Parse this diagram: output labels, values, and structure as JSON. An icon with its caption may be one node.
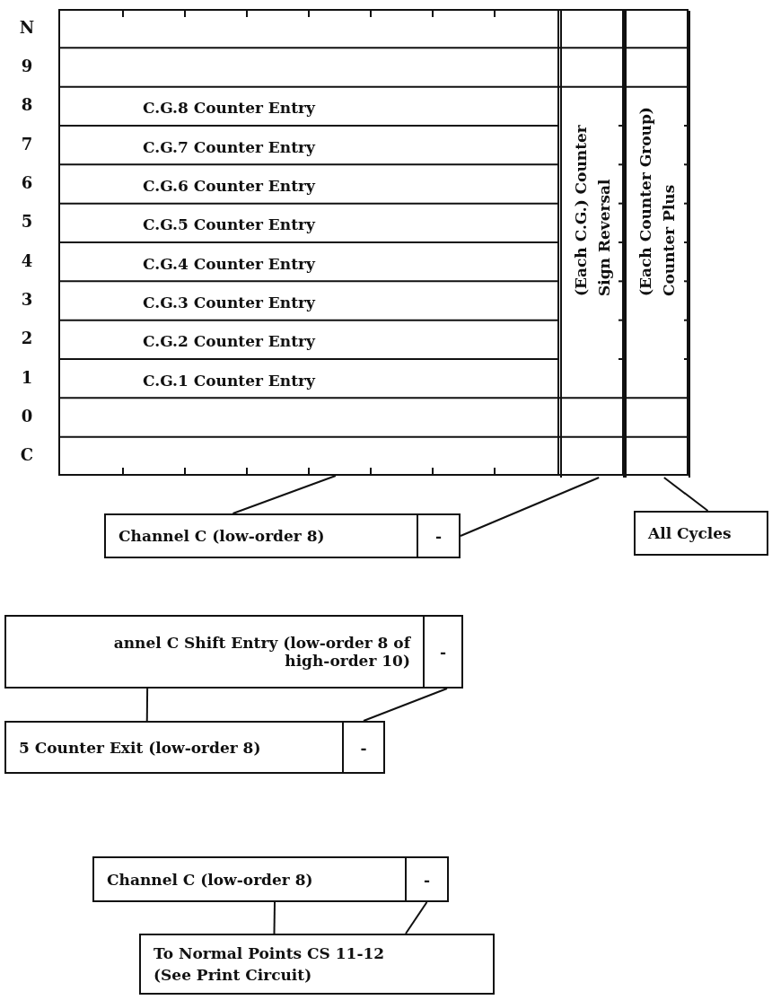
{
  "diagram": {
    "nodes": [
      {
        "text": [],
        "shape": "box"
      },
      {
        "text": [
          "C.G.8 Counter Entry"
        ],
        "in": 0
      },
      {
        "text": [
          "C.G.7 Counter Entry"
        ],
        "in": 0
      },
      {
        "text": [
          "C.G.6 Counter Entry"
        ],
        "in": 0
      },
      {
        "text": [
          "C.G.5 Counter Entry"
        ],
        "in": 0
      },
      {
        "text": [
          "C.G.4 Counter Entry"
        ],
        "in": 0
      },
      {
        "text": [
          "C.G.3 Counter Entry"
        ],
        "in": 0
      },
      {
        "text": [
          "C.G.2 Counter Entry"
        ],
        "in": 0
      },
      {
        "text": [
          "C.G.1 Counter Entry"
        ],
        "in": 0
      },
      {
        "text": [
          "(Each C.G.) Counter Sign Reversal"
        ],
        "in": 0
      },
      {
        "text": [
          "(Each Counter Group) Counter Plus"
        ],
        "in": 0
      },
      {
        "text": [
          "Channel C (low-order 8)"
        ]
      },
      {
        "text": [
          "-"
        ]
      },
      {
        "text": [
          "All Cycles"
        ]
      },
      {
        "text": [
          "annel C Shift Entry (low-order 8 of high-order 10)"
        ]
      },
      {
        "text": [
          "-"
        ]
      },
      {
        "text": [
          "5 Counter Exit (low-order 8)"
        ]
      },
      {
        "text": [
          "-"
        ]
      },
      {
        "text": [
          "Channel C (low-order 8)"
        ]
      },
      {
        "text": [
          "-"
        ]
      },
      {
        "text": [
          "To Normal Points CS 11-12 (See Print Circuit)"
        ]
      }
    ],
    "edges": [
      {
        "from": 0,
        "to": 11,
        "arrow": "none"
      },
      {
        "from": 9,
        "to": 12,
        "arrow": "none"
      },
      {
        "from": 10,
        "to": 13,
        "arrow": "none"
      },
      {
        "from": 14,
        "to": 16,
        "arrow": "none"
      },
      {
        "from": 15,
        "to": 17,
        "arrow": "none"
      },
      {
        "from": 18,
        "to": 20,
        "arrow": "none"
      },
      {
        "from": 19,
        "to": 20,
        "arrow": "none"
      }
    ],
    "labels": [
      "N",
      "9",
      "8",
      "7",
      "6",
      "5",
      "4",
      "3",
      "2",
      "1",
      "0",
      "C"
    ]
  }
}
